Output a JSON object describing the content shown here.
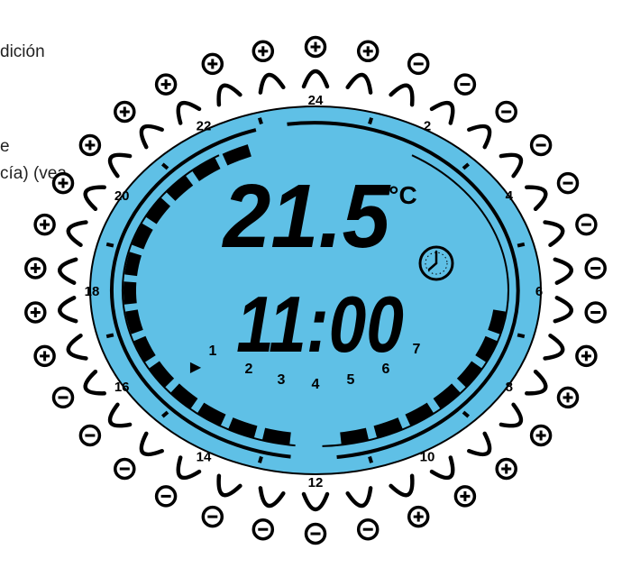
{
  "background_text": {
    "line1": "dición",
    "line2": "e",
    "line3": "cía) (vea"
  },
  "display": {
    "temperature": "21.5",
    "unit": "°C",
    "time": "11:00",
    "hour_labels": [
      "24",
      "2",
      "4",
      "6",
      "8",
      "10",
      "12",
      "14",
      "16",
      "18",
      "20",
      "22"
    ],
    "day_labels": [
      "1",
      "2",
      "3",
      "4",
      "5",
      "6",
      "7"
    ],
    "selected_day_marker": "▶"
  },
  "outer_markers": {
    "symbols": [
      "+",
      "−"
    ],
    "sequence": [
      "+",
      "+",
      "+",
      "+",
      "+",
      "+",
      "+",
      "+",
      "+",
      "+",
      "−",
      "−",
      "−",
      "−",
      "−",
      "−",
      "−",
      "−",
      "+",
      "+",
      "+",
      "+",
      "+",
      "+",
      "−",
      "−",
      "−",
      "−",
      "−",
      "−",
      "−",
      "−",
      "+",
      "+"
    ]
  },
  "colors": {
    "lcd_fill": "#5fc0e6",
    "ink": "#000000",
    "background": "#ffffff"
  },
  "icons": {
    "clock": "clock-icon",
    "plus": "plus-circle-icon",
    "minus": "minus-circle-icon"
  }
}
